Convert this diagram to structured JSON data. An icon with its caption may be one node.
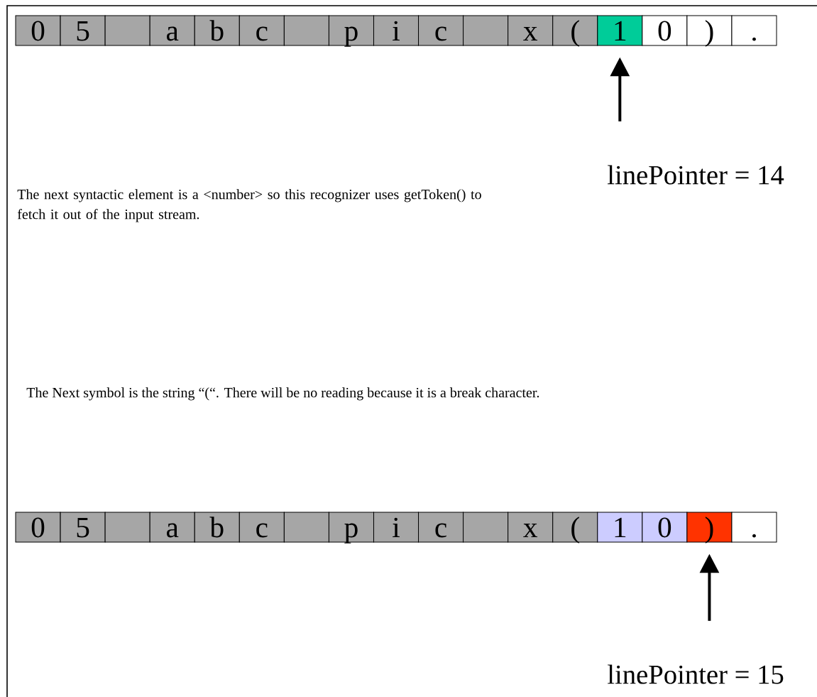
{
  "diagram": {
    "nodes": [
      {
        "text": [
          "0"
        ]
      },
      {
        "text": [
          "5"
        ]
      },
      {
        "text": [],
        "shape": "box"
      },
      {
        "text": [
          "a"
        ]
      },
      {
        "text": [
          "b"
        ]
      },
      {
        "text": [
          "c"
        ]
      },
      {
        "text": [],
        "shape": "box"
      },
      {
        "text": [
          "p"
        ]
      },
      {
        "text": [
          "i"
        ]
      },
      {
        "text": [
          "c"
        ]
      },
      {
        "text": [],
        "shape": "box"
      },
      {
        "text": [
          "x"
        ]
      },
      {
        "text": [
          "("
        ]
      },
      {
        "text": [
          "1"
        ]
      },
      {
        "text": [
          "0"
        ]
      },
      {
        "text": [
          ")"
        ]
      },
      {
        "text": [
          "."
        ]
      },
      {
        "text": [
          "0"
        ]
      },
      {
        "text": [
          "5"
        ]
      },
      {
        "text": [],
        "shape": "box"
      },
      {
        "text": [
          "a"
        ]
      },
      {
        "text": [
          "b"
        ]
      },
      {
        "text": [
          "c"
        ]
      },
      {
        "text": [],
        "shape": "box"
      },
      {
        "text": [
          "p"
        ]
      },
      {
        "text": [
          "i"
        ]
      },
      {
        "text": [
          "c"
        ]
      },
      {
        "text": [],
        "shape": "box"
      },
      {
        "text": [
          "x"
        ]
      },
      {
        "text": [
          "("
        ]
      },
      {
        "text": [
          "1"
        ]
      },
      {
        "text": [
          "0"
        ]
      },
      {
        "text": [
          ")"
        ]
      },
      {
        "text": [
          "."
        ]
      },
      {
        "text": [
          "linePointer = 14"
        ]
      },
      {
        "text": [
          "linePointer = 15"
        ]
      }
    ],
    "edges": [
      {
        "from": 34,
        "to": 13,
        "arrow": "to"
      },
      {
        "from": 35,
        "to": 32,
        "arrow": "to"
      }
    ],
    "labels": [
      "The next syntactic element is a <number> so this recognizer uses getToken() to fetch it out of the input stream.",
      "The Next symbol is the string “(“. There will be no reading because it is a break character."
    ]
  }
}
